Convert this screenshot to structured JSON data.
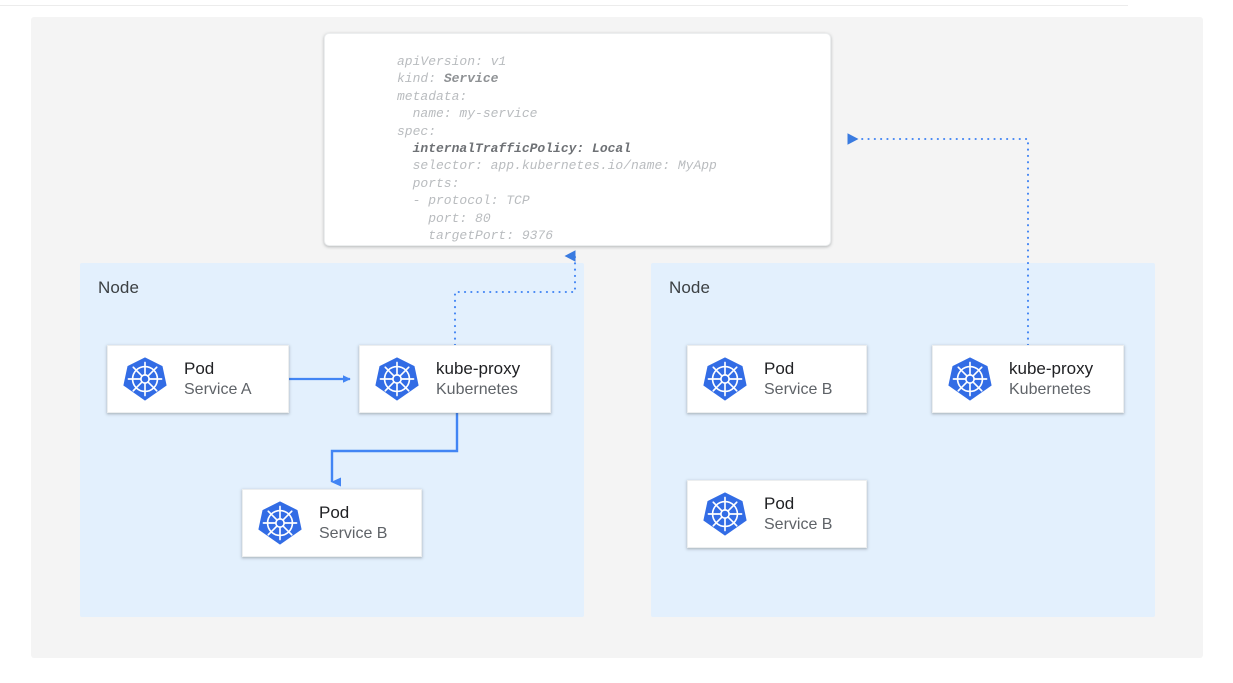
{
  "diagram": {
    "title": "Kubernetes internalTrafficPolicy Local diagram",
    "accent_color": "#4285F4",
    "node_panel_color": "#E3F0FD",
    "canvas_color": "#F4F4F4",
    "k8s_logo_color": "#326CE5"
  },
  "spec": {
    "lines": [
      {
        "text": "apiVersion: v1",
        "style": "normal"
      },
      {
        "text": "kind: ",
        "bold_text": "Service",
        "style": "mixed"
      },
      {
        "text": "metadata:",
        "style": "normal"
      },
      {
        "text": "  name: my-service",
        "style": "normal"
      },
      {
        "text": "spec:",
        "style": "normal"
      },
      {
        "text": "  internalTrafficPolicy: Local",
        "style": "strong"
      },
      {
        "text": "  selector: app.kubernetes.io/name: MyApp",
        "style": "normal"
      },
      {
        "text": "  ports:",
        "style": "normal"
      },
      {
        "text": "  - protocol: TCP",
        "style": "normal"
      },
      {
        "text": "    port: 80",
        "style": "normal"
      },
      {
        "text": "    targetPort: 9376",
        "style": "normal"
      }
    ],
    "line_1": "apiVersion: v1",
    "line_2_prefix": "kind: ",
    "line_2_bold": "Service",
    "line_3": "metadata:",
    "line_4": "  name: my-service",
    "line_5": "spec:",
    "line_6": "  internalTrafficPolicy: Local",
    "line_7": "  selector: app.kubernetes.io/name: MyApp",
    "line_8": "  ports:",
    "line_9": "  - protocol: TCP",
    "line_10": "    port: 80",
    "line_11": "    targetPort: 9376"
  },
  "nodes": {
    "left": {
      "label": "Node",
      "cards": {
        "pod_a": {
          "title": "Pod",
          "subtitle": "Service A",
          "icon": "kubernetes-logo"
        },
        "kube_proxy": {
          "title": "kube-proxy",
          "subtitle": "Kubernetes",
          "icon": "kubernetes-logo"
        },
        "pod_b": {
          "title": "Pod",
          "subtitle": "Service B",
          "icon": "kubernetes-logo"
        }
      }
    },
    "right": {
      "label": "Node",
      "cards": {
        "pod_b_top": {
          "title": "Pod",
          "subtitle": "Service B",
          "icon": "kubernetes-logo"
        },
        "kube_proxy": {
          "title": "kube-proxy",
          "subtitle": "Kubernetes",
          "icon": "kubernetes-logo"
        },
        "pod_b_bottom": {
          "title": "Pod",
          "subtitle": "Service B",
          "icon": "kubernetes-logo"
        }
      }
    }
  },
  "connectors": [
    {
      "name": "pod-a-to-kube-proxy",
      "style": "solid",
      "color": "#4285F4",
      "arrow": "end"
    },
    {
      "name": "kube-proxy-to-pod-b",
      "style": "solid",
      "color": "#4285F4",
      "arrow": "end"
    },
    {
      "name": "kube-proxy-left-to-spec",
      "style": "dotted",
      "color": "#4285F4",
      "arrow": "end"
    },
    {
      "name": "kube-proxy-right-to-spec",
      "style": "dotted",
      "color": "#4285F4",
      "arrow": "end"
    }
  ]
}
